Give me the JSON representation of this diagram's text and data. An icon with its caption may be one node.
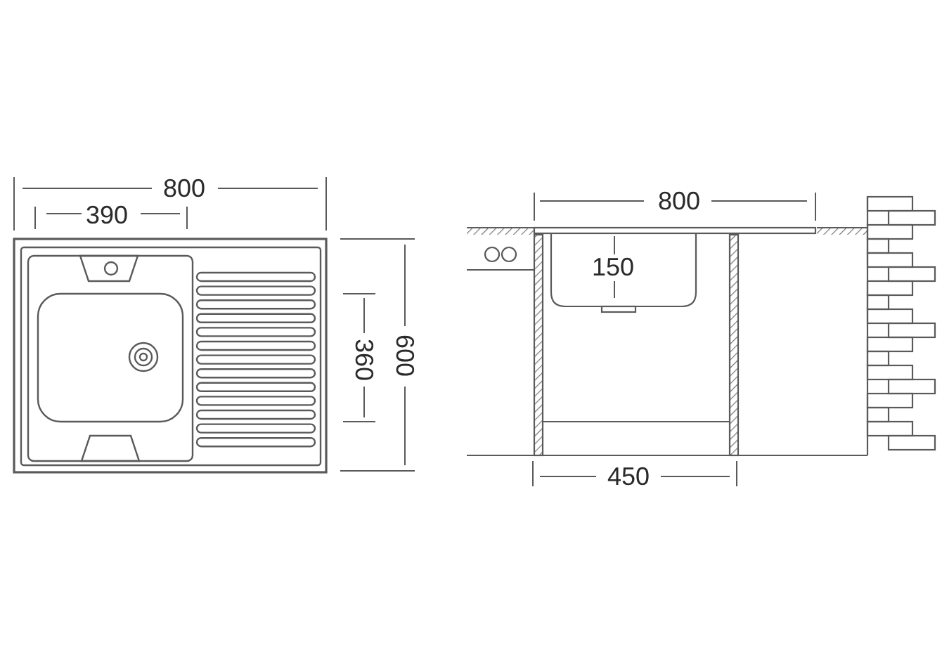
{
  "diagram": {
    "labels": [
      "800",
      "390",
      "360",
      "600",
      "800",
      "150",
      "450"
    ]
  }
}
